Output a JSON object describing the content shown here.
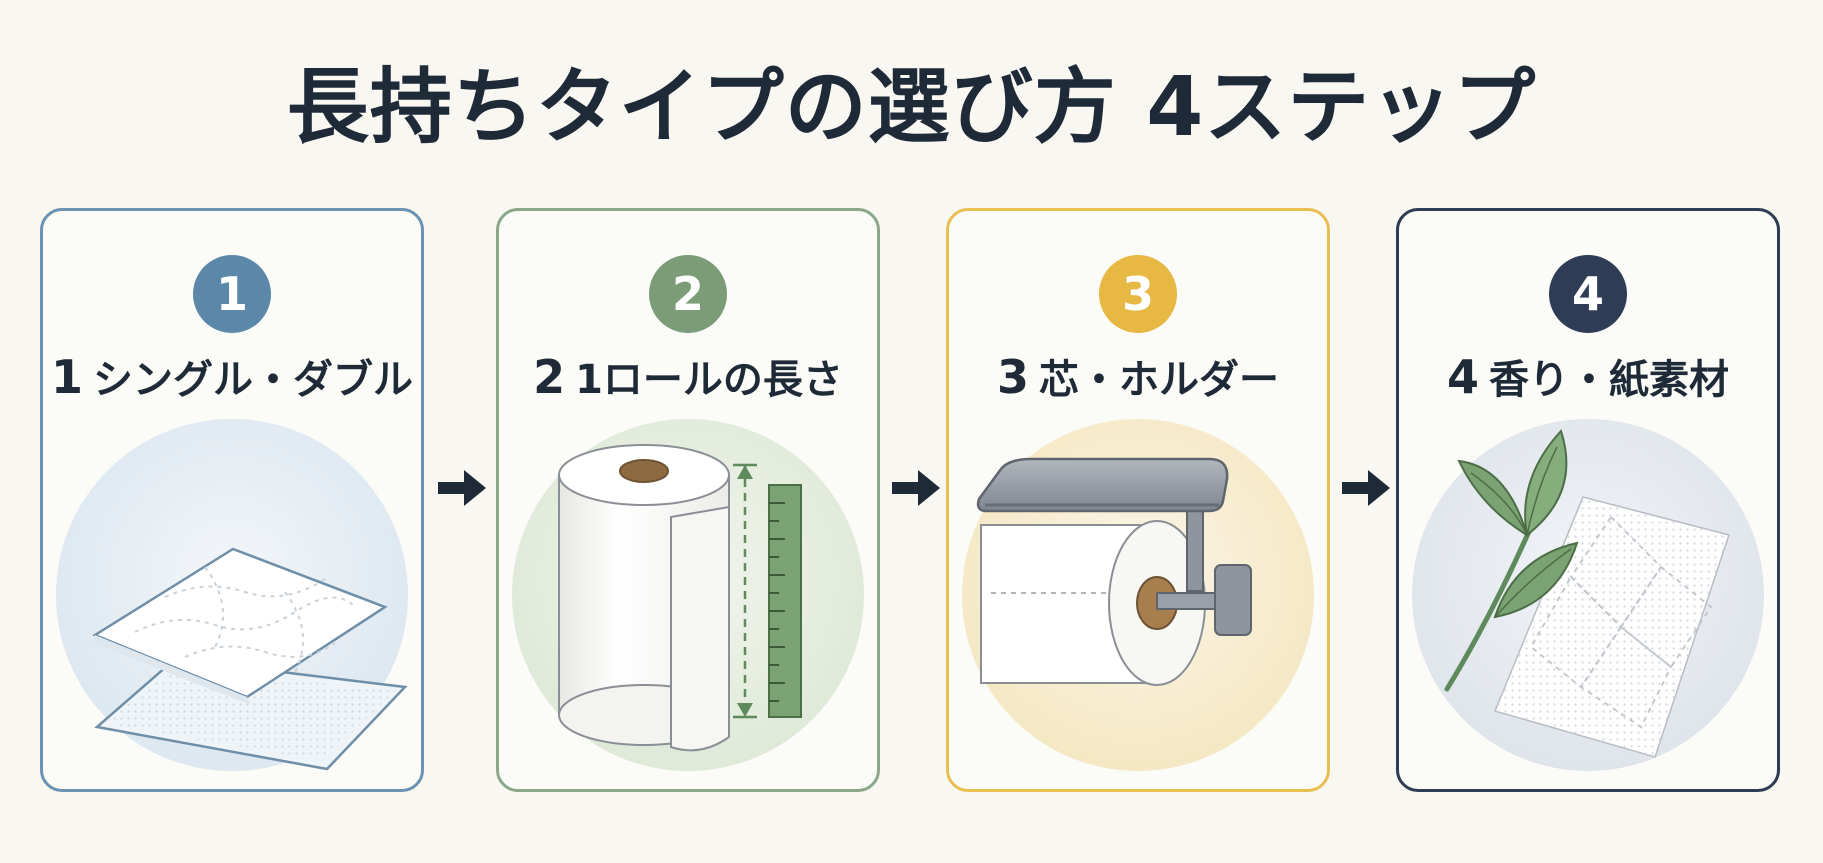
{
  "title": "長持ちタイプの選び方 4ステップ",
  "colors": {
    "blue": "#5b87a8",
    "green": "#7c9c77",
    "yellow": "#e7b843",
    "navy": "#2e3d55"
  },
  "steps": [
    {
      "badge": "1",
      "number": "1",
      "label": "シングル・ダブル",
      "icon": "tissue-sheets-icon"
    },
    {
      "badge": "2",
      "number": "2",
      "label": "1ロールの長さ",
      "icon": "roll-with-ruler-icon"
    },
    {
      "badge": "3",
      "number": "3",
      "label": "芯・ホルダー",
      "icon": "roll-holder-icon"
    },
    {
      "badge": "4",
      "number": "4",
      "label": "香り・紙素材",
      "icon": "leaf-and-paper-icon"
    }
  ]
}
